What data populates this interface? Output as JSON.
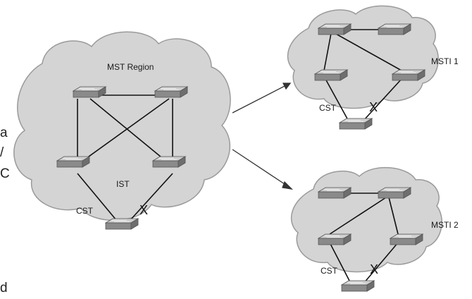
{
  "diagram": {
    "main_cloud": {
      "title": "MST Region",
      "ist_label": "IST",
      "cst_label": "CST",
      "blocked_mark": "X"
    },
    "msti1": {
      "title": "MSTI 1",
      "cst_label": "CST",
      "blocked_mark": "X"
    },
    "msti2": {
      "title": "MSTI 2",
      "cst_label": "CST",
      "blocked_mark": "X"
    },
    "edge_text": [
      "a",
      "/",
      "C",
      "d"
    ],
    "colors": {
      "cloud_fill": "#d4d4d4",
      "cloud_stroke": "#9a9a9a",
      "switch_top": "#b9b9b9",
      "switch_side": "#7e7e7e",
      "link": "#111111"
    }
  }
}
